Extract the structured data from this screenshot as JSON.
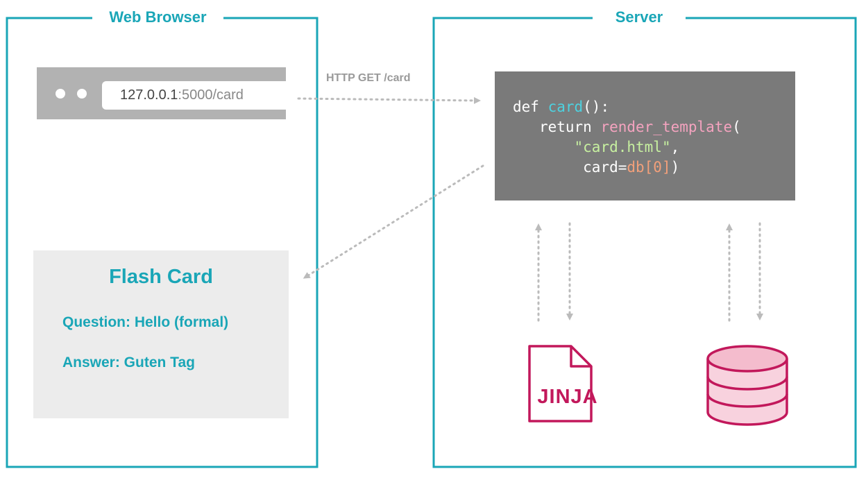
{
  "panels": {
    "browser_title": "Web Browser",
    "server_title": "Server"
  },
  "browser": {
    "url_host": "127.0.0.1",
    "url_port_path": ":5000/card"
  },
  "request_label": "HTTP GET /card",
  "code": {
    "line1_kw": "def ",
    "line1_fn": "card",
    "line1_rest": "():",
    "line2_kw": "return ",
    "line2_fn": "render_template",
    "line2_paren": "(",
    "line3_str": "\"card.html\"",
    "line3_comma": ",",
    "line4_arg": "card=",
    "line4_db": "db[0]",
    "line4_close": ")"
  },
  "card": {
    "title": "Flash Card",
    "question": "Question: Hello (formal)",
    "answer": "Answer: Guten Tag"
  },
  "jinja": {
    "label": "JINJA",
    "icon": "jinja-template-file-icon"
  },
  "database": {
    "icon": "database-icon"
  },
  "colors": {
    "accent": "#1aa6b7",
    "template": "#c2185b",
    "arrow": "#bbbbbb",
    "code_bg": "#7a7a7a"
  }
}
